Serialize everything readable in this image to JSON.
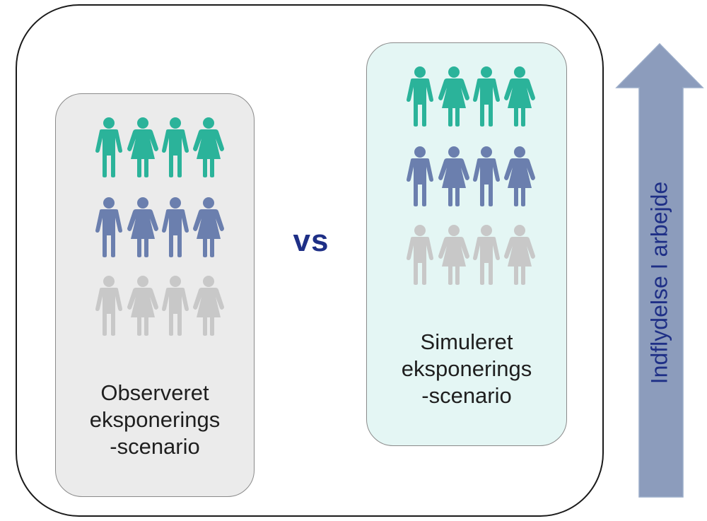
{
  "vs_label": "vs",
  "colors": {
    "teal": "#2bb39a",
    "blue": "#6b7fae",
    "gray": "#c8c8c8",
    "vs": "#1e2f86",
    "arrow_fill": "#8c9cbc"
  },
  "observed_panel": {
    "label_lines": [
      "Observeret",
      "eksponerings",
      "-scenario"
    ],
    "rows": [
      {
        "color_key": "teal",
        "figures": [
          "male",
          "female",
          "male",
          "female"
        ]
      },
      {
        "color_key": "blue",
        "figures": [
          "male",
          "female",
          "male",
          "female"
        ]
      },
      {
        "color_key": "gray",
        "figures": [
          "male",
          "female",
          "male",
          "female"
        ]
      }
    ]
  },
  "simulated_panel": {
    "label_lines": [
      "Simuleret",
      "eksponerings",
      "-scenario"
    ],
    "rows": [
      {
        "color_key": "teal",
        "figures": [
          "male",
          "female",
          "male",
          "female"
        ]
      },
      {
        "color_key": "blue",
        "figures": [
          "male",
          "female",
          "male",
          "female"
        ]
      },
      {
        "color_key": "gray",
        "figures": [
          "male",
          "female",
          "male",
          "female"
        ]
      }
    ]
  },
  "arrow": {
    "label": "Indflydelse I arbejde",
    "icon": "arrow-up-icon"
  }
}
